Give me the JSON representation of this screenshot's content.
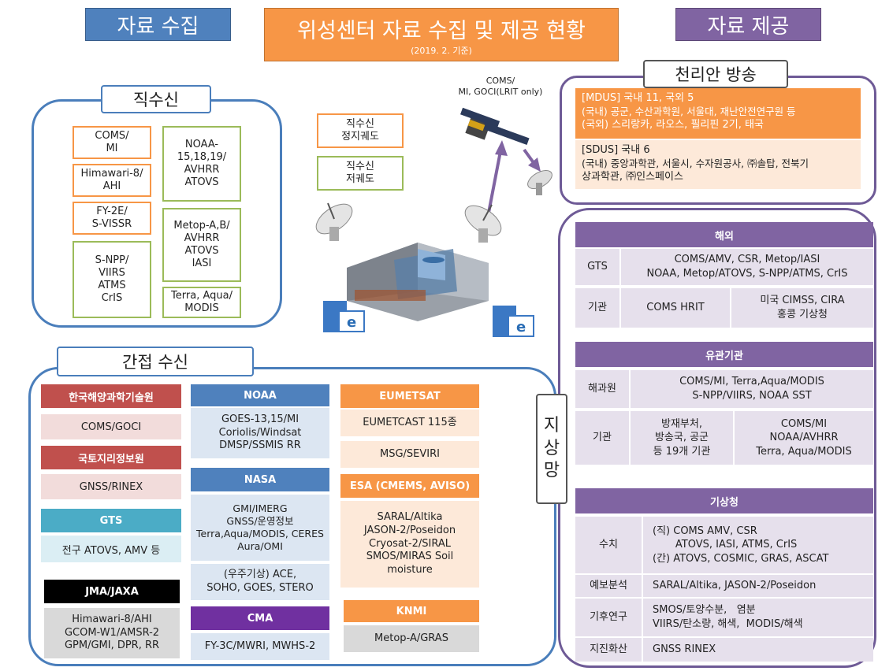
{
  "header": {
    "left": "자료 수집",
    "center": "위성센터 자료 수집 및 제공 현황",
    "center_sub": "(2019. 2. 기준)",
    "right": "자료 제공"
  },
  "direct": {
    "title": "직수신",
    "col1": [
      "COMS/\nMI",
      "Himawari-8/\nAHI",
      "FY-2E/\nS-VISSR",
      "S-NPP/\nVIIRS\nATMS\nCrIS"
    ],
    "col2": [
      "NOAA-\n15,18,19/\nAVHRR\nATOVS",
      "Metop-A,B/\nAVHRR\nATOVS\nIASI",
      "Terra, Aqua/\nMODIS"
    ]
  },
  "legend": {
    "geo": "직수신\n정지궤도",
    "leo": "직수신\n저궤도"
  },
  "satellite_label": "COMS/\nMI, GOCI(LRIT only)",
  "indirect": {
    "title": "간접 수신",
    "col1": {
      "kiost": "한국해양과학기술원",
      "kiost_data": "COMS/GOCI",
      "ngii": "국토지리정보원",
      "ngii_data": "GNSS/RINEX",
      "gts": "GTS",
      "gts_data": "전구 ATOVS, AMV 등",
      "jma": "JMA/JAXA",
      "jma_data": "Himawari-8/AHI\nGCOM-W1/AMSR-2\nGPM/GMI, DPR, RR"
    },
    "col2": {
      "noaa": "NOAA",
      "noaa_data": "GOES-13,15/MI\nCoriolis/Windsat\nDMSP/SSMIS RR",
      "nasa": "NASA",
      "nasa_data": "GMI/IMERG\nGNSS/운영정보\nTerra,Aqua/MODIS, CERES\nAura/OMI",
      "nasa_space": "(우주기상) ACE,\nSOHO, GOES, STERO",
      "cma": "CMA",
      "cma_data": "FY-3C/MWRI, MWHS-2"
    },
    "col3": {
      "eumetsat": "EUMETSAT",
      "eumetcast": "EUMETCAST 115종",
      "msg": "MSG/SEVIRI",
      "esa": "ESA (CMEMS, AVISO)",
      "esa_data": "SARAL/Altika\nJASON-2/Poseidon\nCryosat-2/SIRAL\nSMOS/MIRAS Soil\nmoisture",
      "knmi": "KNMI",
      "knmi_data": "Metop-A/GRAS"
    }
  },
  "broadcast": {
    "title": "천리안 방송",
    "mdus_title": "[MDUS] 국내 11, 국외 5",
    "mdus_line1": "(국내) 공군, 수산과학원, 서울대, 재난안전연구원 등",
    "mdus_line2": "(국외) 스리랑카, 라오스, 필리핀 2기, 태국",
    "sdus_title": "[SDUS] 국내 6",
    "sdus_line1": "(국내) 중앙과학관, 서울시, 수자원공사, ㈜솔탑, 전북기",
    "sdus_line2": "상과학관, ㈜인스페이스"
  },
  "ground": {
    "label": "지\n상\n망",
    "overseas": {
      "title": "해외",
      "gts_label": "GTS",
      "gts_data": "COMS/AMV, CSR, Metop/IASI\nNOAA, Metop/ATOVS, S-NPP/ATMS, CrIS",
      "inst_label": "기관",
      "inst_mid": "COMS HRIT",
      "inst_right": "미국 CIMSS, CIRA\n홍콩 기상청"
    },
    "related": {
      "title": "유관기관",
      "khoa_label": "해과원",
      "khoa_data": "COMS/MI,   Terra,Aqua/MODIS\nS-NPP/VIIRS,  NOAA SST",
      "inst_label": "기관",
      "inst_mid": "방재부처,\n방송국, 공군\n등 19개 기관",
      "inst_right": "COMS/MI\nNOAA/AVHRR\nTerra, Aqua/MODIS"
    },
    "kma": {
      "title": "기상청",
      "nwp_label": "수치",
      "nwp_data": "(직) COMS AMV, CSR\n       ATOVS, IASI, ATMS, CrIS\n(간) ATOVS, COSMIC, GRAS, ASCAT",
      "fc_label": "예보분석",
      "fc_data": "SARAL/Altika, JASON-2/Poseidon",
      "clim_label": "기후연구",
      "clim_data": "SMOS/토양수분,   염분\nVIIRS/탄소량, 해색,  MODIS/해색",
      "eq_label": "지진화산",
      "eq_data": "GNSS RINEX"
    }
  },
  "colors": {
    "blue": "#4f81bd",
    "orange": "#f79646",
    "purple": "#8064a2",
    "red": "#c0504d",
    "teal": "#4bacc6",
    "black": "#000000",
    "darkpurple": "#7030a0",
    "green": "#9bbb59"
  }
}
